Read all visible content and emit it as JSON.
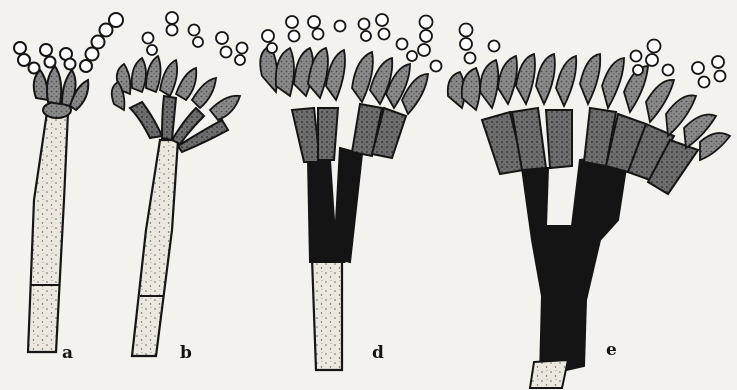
{
  "figure": {
    "panels": [
      {
        "id": "a",
        "label": "a"
      },
      {
        "id": "b",
        "label": "b"
      },
      {
        "id": "d",
        "label": "d"
      },
      {
        "id": "e",
        "label": "e"
      }
    ],
    "colors": {
      "background": "#f4f2ed",
      "ink": "#141414",
      "conidiophore_stipe": "#ece8e0",
      "phialide": "#7d7d7d",
      "dark_stipe": "#151515",
      "conidium_fill": "#ffffff"
    }
  }
}
